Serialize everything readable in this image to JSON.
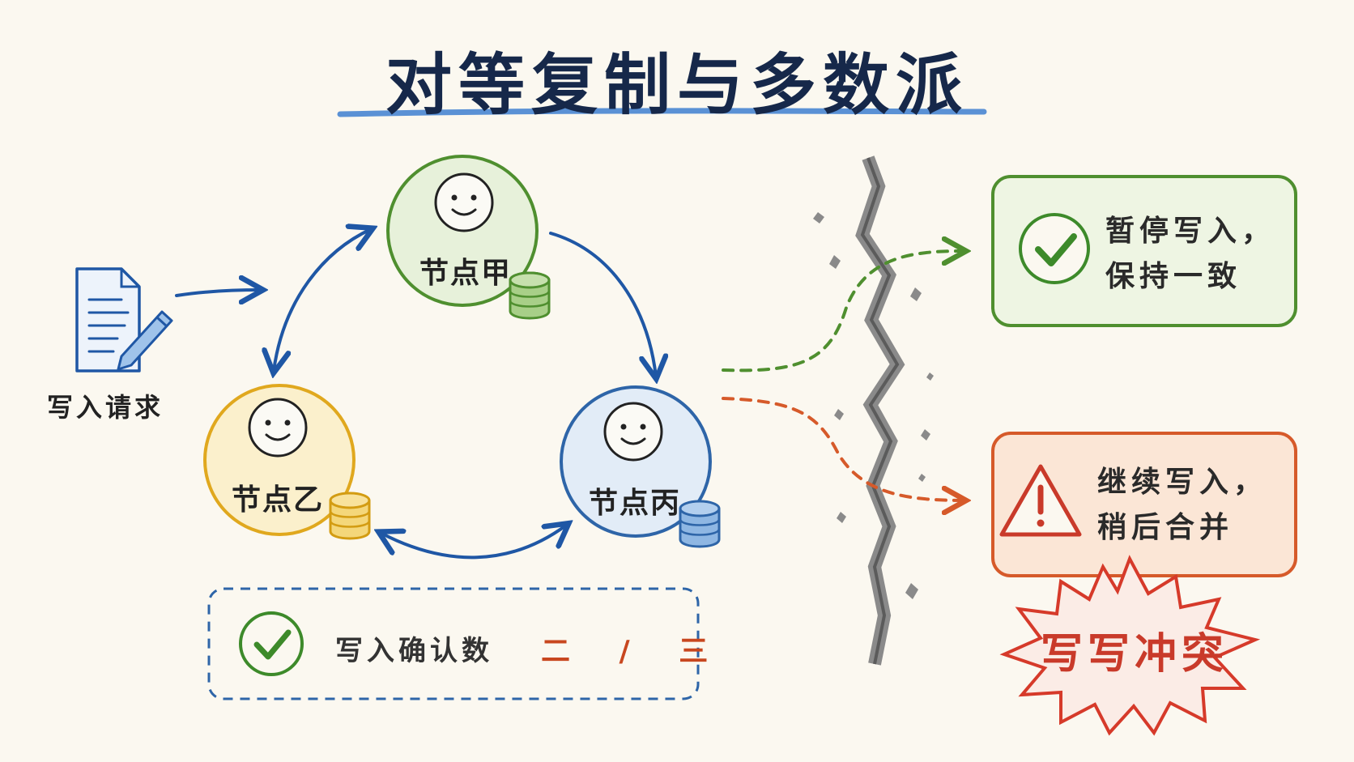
{
  "title": "对等复制与多数派",
  "request": {
    "label": "写入请求",
    "icon": "document-pencil-icon"
  },
  "nodes": [
    {
      "id": "jia",
      "label": "节点甲",
      "color": "#4f8f2f",
      "fill": "#e7f1da",
      "db_color": "#6aa84f"
    },
    {
      "id": "yi",
      "label": "节点乙",
      "color": "#e0a81e",
      "fill": "#fbf0cc",
      "db_color": "#e2b12e"
    },
    {
      "id": "bing",
      "label": "节点丙",
      "color": "#2e65a8",
      "fill": "#e2ecf7",
      "db_color": "#4a85c8"
    }
  ],
  "ack": {
    "label": "写入确认数",
    "count": "二 / 三",
    "icon": "check-circle-icon"
  },
  "outcomes": {
    "pause": {
      "line1": "暂停写入，",
      "line2": "保持一致",
      "icon": "check-circle-icon",
      "color": "#4f8f2f"
    },
    "continue": {
      "line1": "继续写入，",
      "line2": "稍后合并",
      "icon": "warning-triangle-icon",
      "color": "#d65a2a"
    }
  },
  "conflict": {
    "label": "写写冲突",
    "color": "#d63a2a"
  },
  "partition_icon": "network-partition-crack"
}
